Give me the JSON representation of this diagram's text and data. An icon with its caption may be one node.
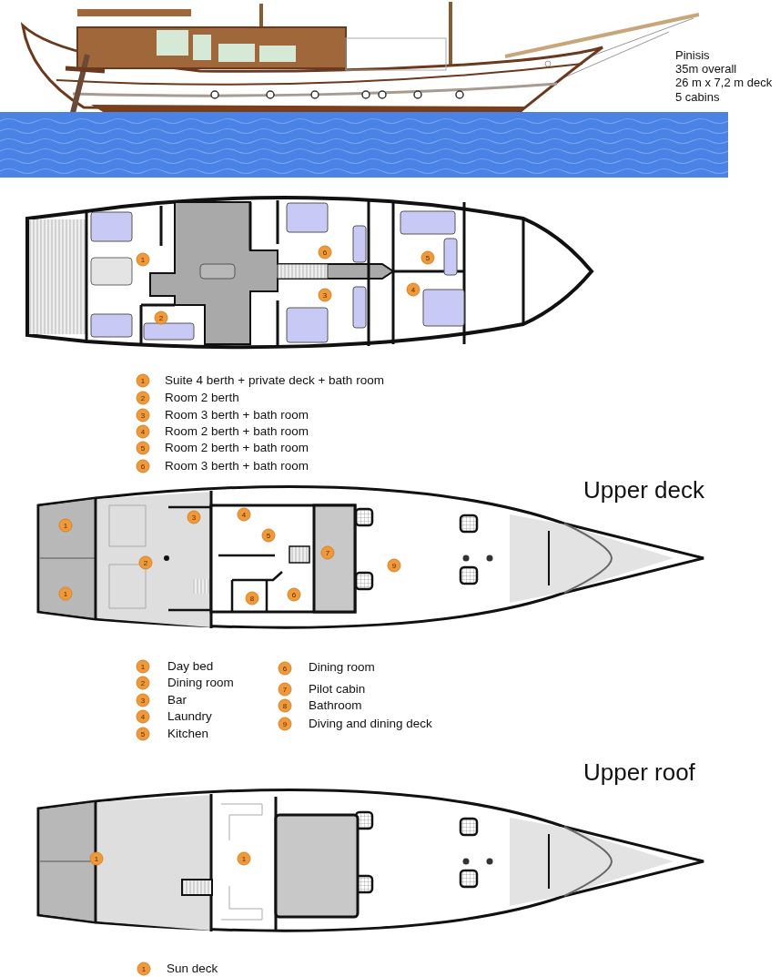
{
  "diagram": {
    "labels": [
      "Pinisis",
      "35m overall",
      "26 m x 7,2 m deck",
      "5 cabins",
      "6",
      "5",
      "1",
      "4",
      "3",
      "2",
      "1",
      "Suite 4 berth + private deck + bath room",
      "2",
      "Room 2 berth",
      "3",
      "Room 3 berth + bath room",
      "4",
      "Room 2 berth + bath room",
      "5",
      "Room 2 berth + bath room",
      "6",
      "Room 3 berth + bath room",
      "Upper deck",
      "1",
      "3",
      "4",
      "5",
      "2",
      "7",
      "9",
      "1",
      "8",
      "6",
      "1",
      "Day bed",
      "2",
      "Dining room",
      "3",
      "Bar",
      "4",
      "Laundry",
      "5",
      "Kitchen",
      "6",
      "Dining room",
      "7",
      "Pilot cabin",
      "8",
      "Bathroom",
      "9",
      "Diving and dining deck",
      "Upper roof",
      "1",
      "1",
      "1",
      "Sun deck"
    ]
  }
}
